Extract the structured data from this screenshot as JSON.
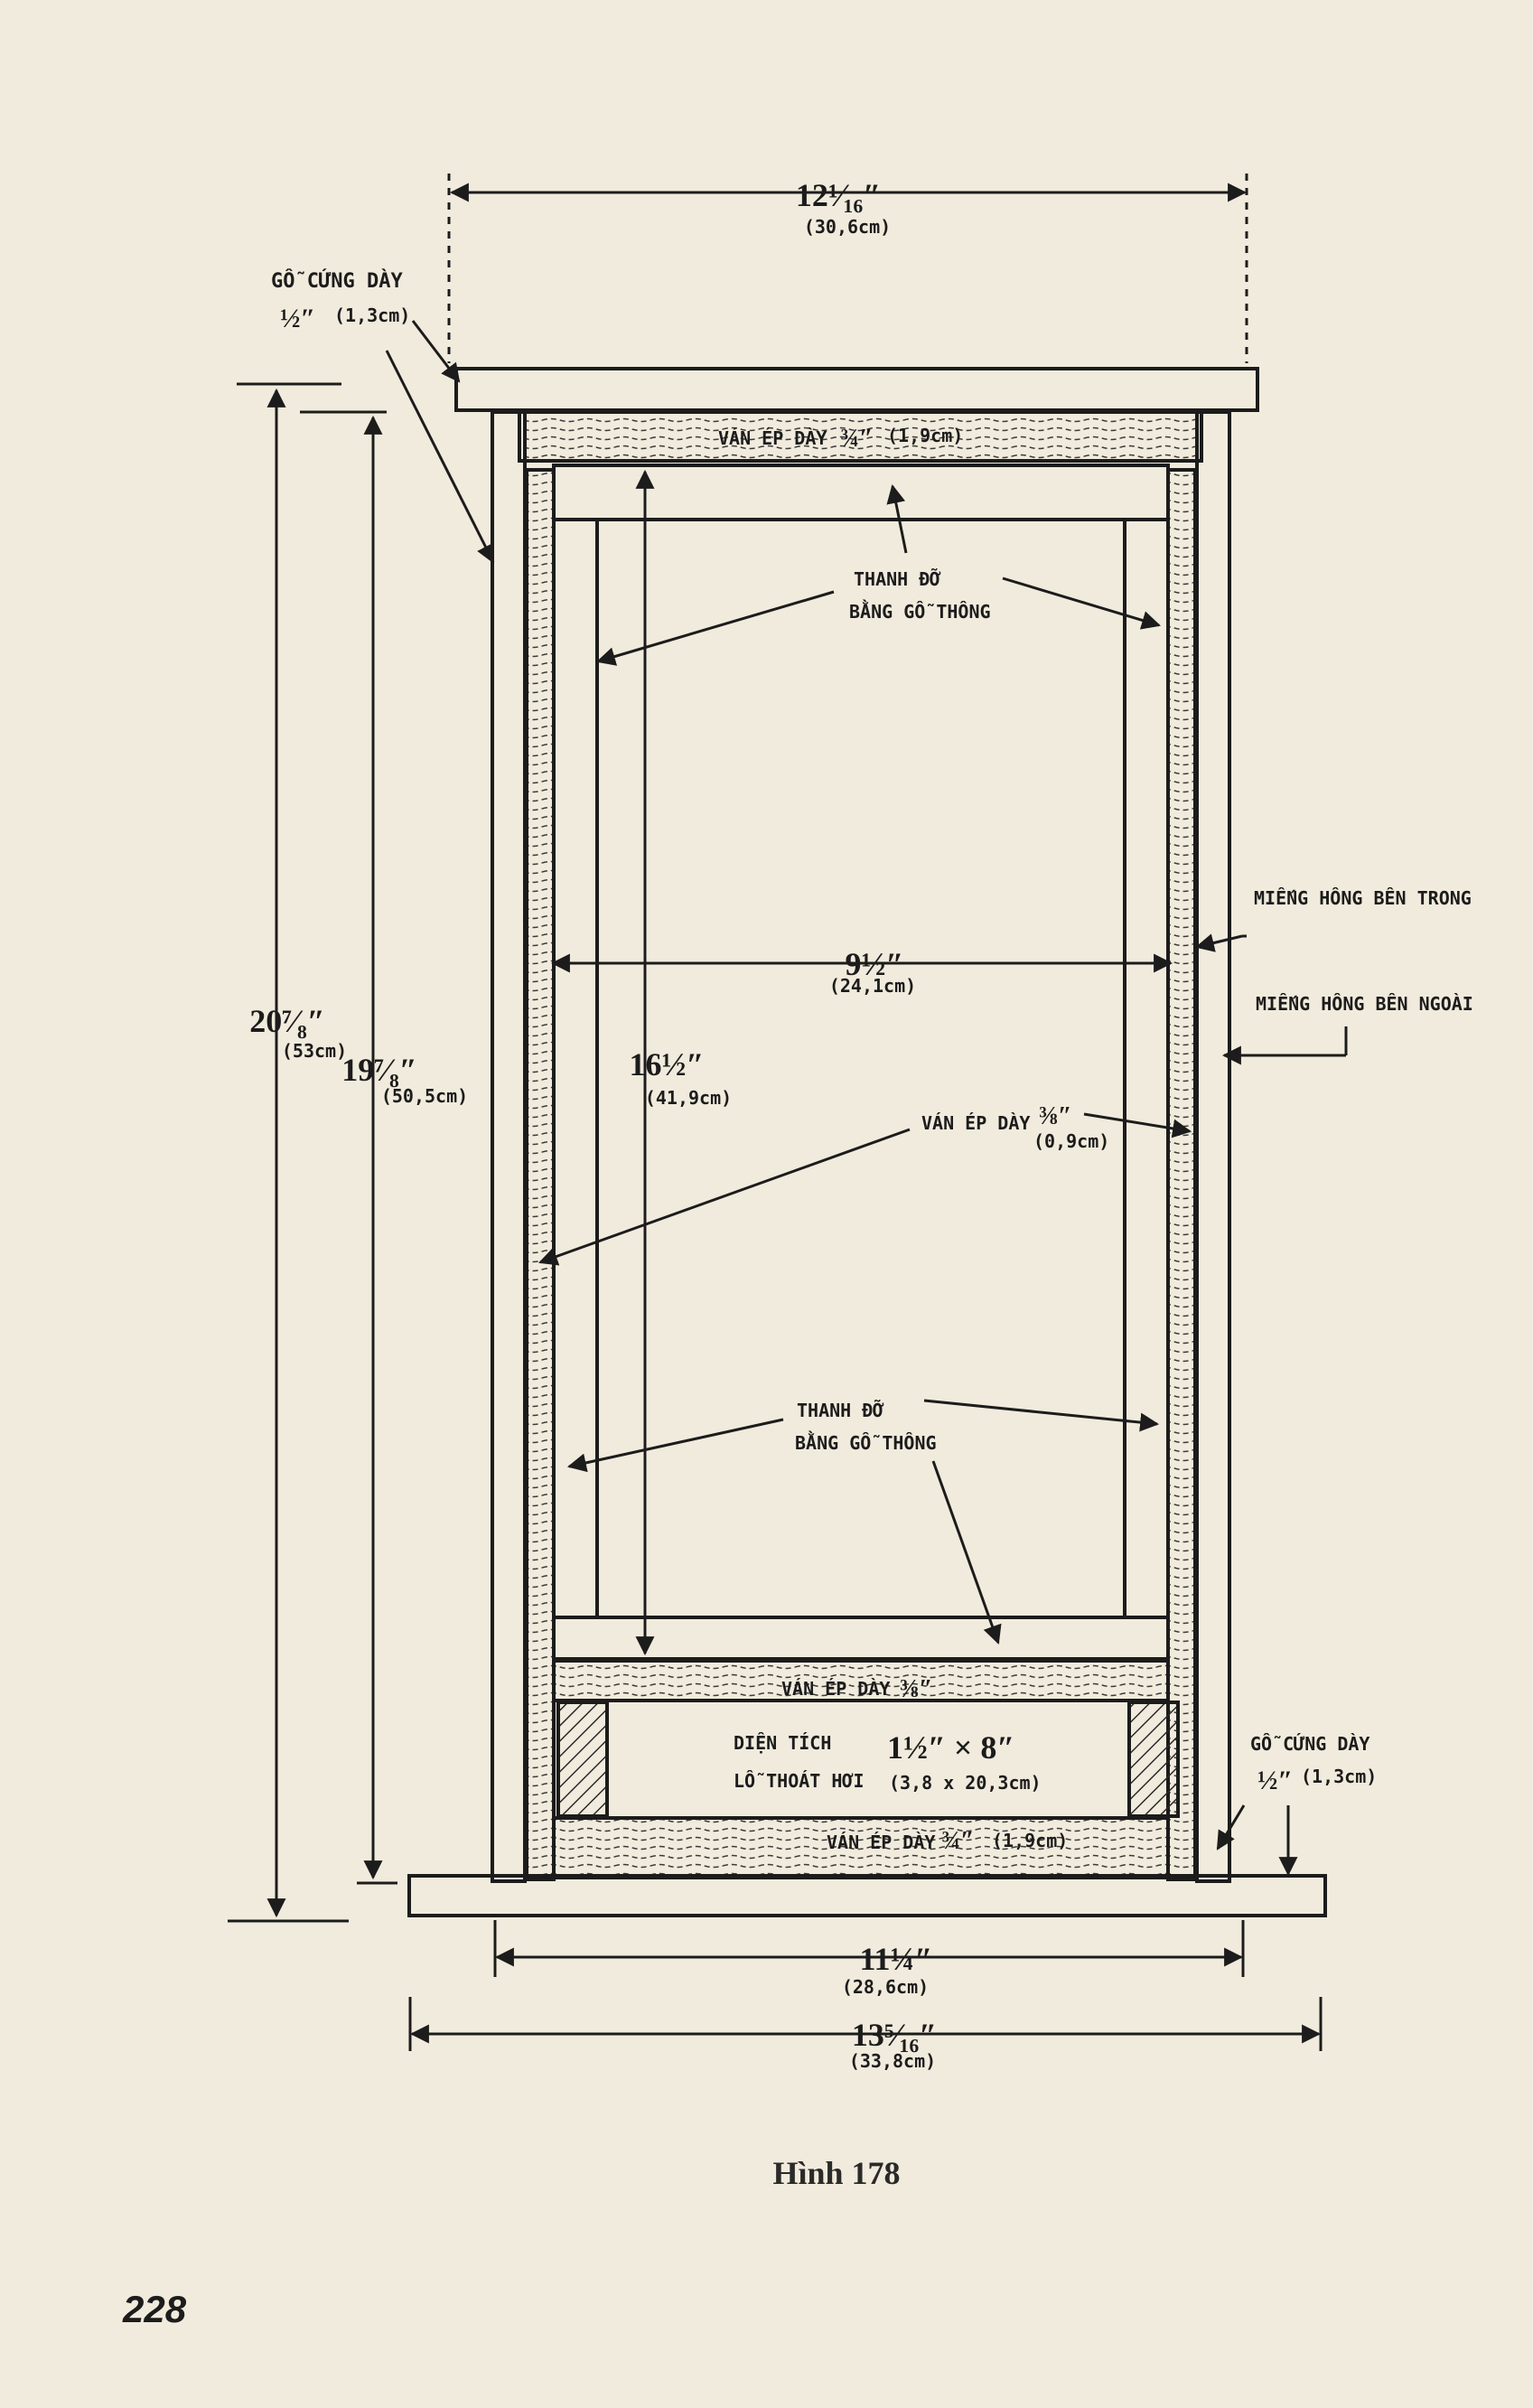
{
  "figure": {
    "caption": "Hình 178",
    "page_number": "228"
  },
  "dimensions": {
    "top_width": {
      "value": "12¹⁄₁₆″",
      "metric": "(30,6cm)"
    },
    "outer_height": {
      "value": "20⁷⁄₈″",
      "metric": "(53cm)"
    },
    "inner_height": {
      "value": "19⁷⁄₈″",
      "metric": "(50,5cm)"
    },
    "inner_width": {
      "value": "9½″",
      "metric": "(24,1cm)"
    },
    "cavity_height": {
      "value": "16½″",
      "metric": "(41,9cm)"
    },
    "base_inner_width": {
      "value": "11¼″",
      "metric": "(28,6cm)"
    },
    "base_outer_width": {
      "value": "13⁵⁄₁₆″",
      "metric": "(33,8cm)"
    }
  },
  "labels": {
    "hardwood_top": {
      "line1": "GỖ CỨNG DÀY",
      "value": "½″",
      "metric": "(1,3cm)"
    },
    "plywood_top": {
      "text": "VÁN ÉP DÀY",
      "value": "¾″",
      "metric": "(1,9cm)"
    },
    "pine_support_top": {
      "line1": "THANH ĐỠ",
      "line2": "BẰNG GỖ THÔNG"
    },
    "inner_side": {
      "text": "MIẾNG HÔNG BÊN TRONG"
    },
    "outer_side": {
      "text": "MIẾNG HÔNG BÊN NGOÀI"
    },
    "plywood_side": {
      "text": "VÁN ÉP DÀY",
      "value": "⅜″",
      "metric": "(0,9cm)"
    },
    "pine_support_bottom": {
      "line1": "THANH ĐỠ",
      "line2": "BẰNG GỖ THÔNG"
    },
    "plywood_mid": {
      "text": "VÁN ÉP DÀY",
      "value": "⅜″"
    },
    "vent_area": {
      "line1": "DIỆN TÍCH",
      "line2": "LỖ THOÁT HƠI",
      "value": "1½″ × 8″",
      "metric": "(3,8 x 20,3cm)"
    },
    "plywood_bottom": {
      "text": "VÁN ÉP DÀY",
      "value": "¾″",
      "metric": "(1,9cm)"
    },
    "hardwood_bottom": {
      "line1": "GỖ CỨNG DÀY",
      "value": "½″",
      "metric": "(1,3cm)"
    }
  },
  "colors": {
    "paper": "#f1ebdd",
    "ink": "#1c1c1c"
  }
}
